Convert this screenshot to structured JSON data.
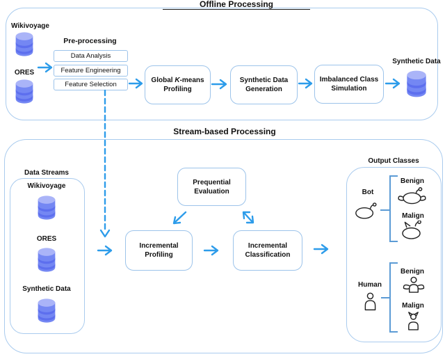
{
  "offline": {
    "title": "Offline Processing",
    "source_top": "Wikivoyage",
    "source_bottom": "ORES",
    "preprocessing_title": "Pre-processing",
    "steps": [
      "Data Analysis",
      "Feature Engineering",
      "Feature Selection"
    ],
    "kmeans_pre": "Global ",
    "kmeans_k": "K",
    "kmeans_post": "-means",
    "kmeans_line2": "Profiling",
    "synthetic_generation": "Synthetic Data\nGeneration",
    "imbalanced_simulation": "Imbalanced Class\nSimulation",
    "synthetic_data_label": "Synthetic Data"
  },
  "stream": {
    "title": "Stream-based Processing",
    "data_streams_title": "Data Streams",
    "streams": [
      "Wikivoyage",
      "ORES",
      "Synthetic Data"
    ],
    "prequential": "Prequential\nEvaluation",
    "incremental_profiling": "Incremental\nProfiling",
    "incremental_classification": "Incremental\nClassification"
  },
  "output": {
    "title": "Output Classes",
    "bot_label": "Bot",
    "bot_benign": "Benign",
    "bot_malign": "Malign",
    "human_label": "Human",
    "human_benign": "Benign",
    "human_malign": "Malign"
  },
  "colors": {
    "arrow": "#2d9cea",
    "panel_border": "#a9cbee",
    "box_border": "#9cc3ea",
    "bracket": "#5b9bd5",
    "db_top": "#aab4f8",
    "db_body": "#7487f3",
    "db_shadow": "#5d6fee",
    "text": "#111111"
  }
}
